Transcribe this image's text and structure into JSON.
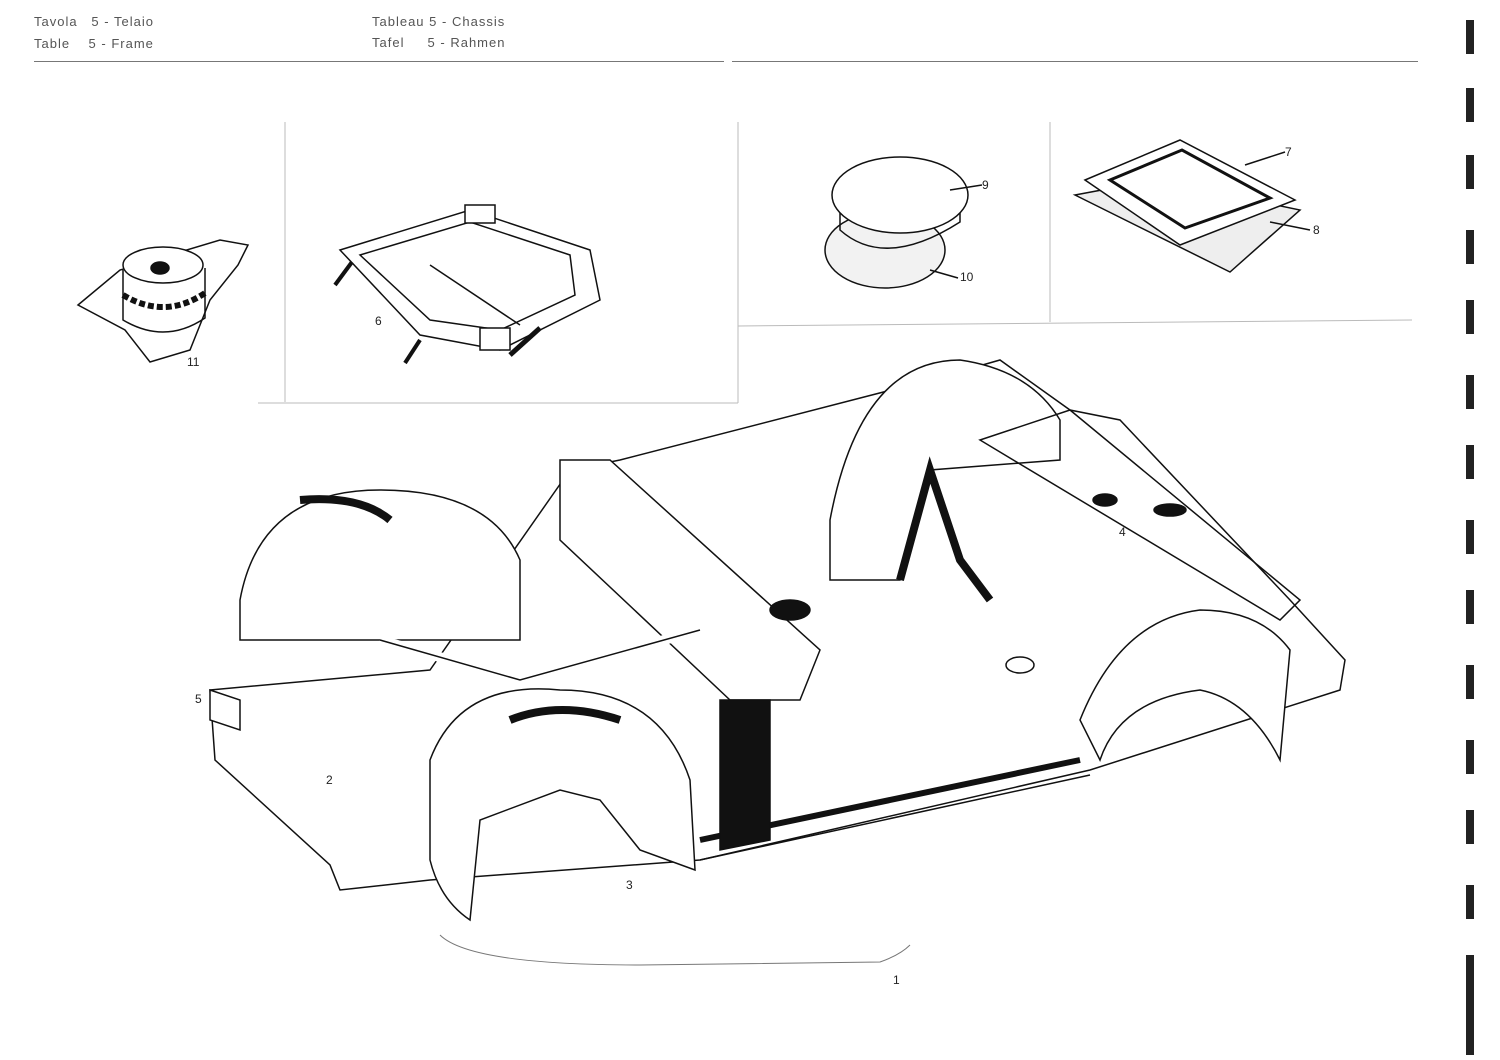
{
  "header": {
    "it": {
      "label": "Tavola",
      "num": "5",
      "title": "Telaio"
    },
    "en": {
      "label": "Table",
      "num": "5",
      "title": "Frame"
    },
    "fr": {
      "label": "Tableau",
      "num": "5",
      "title": "Chassis"
    },
    "de": {
      "label": "Tafel",
      "num": "5",
      "title": "Rahmen"
    }
  },
  "callouts": [
    "1",
    "2",
    "3",
    "4",
    "5",
    "6",
    "7",
    "8",
    "9",
    "10",
    "11"
  ]
}
